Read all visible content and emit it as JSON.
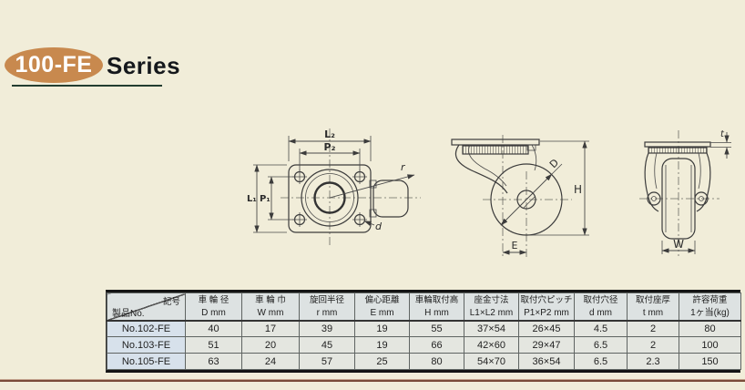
{
  "colors": {
    "page_bg": "#f1edd9",
    "badge_bg": "#c8894e",
    "underline": "#233d30",
    "bottom_rule": "#8a5b47",
    "table_header_bg": "#dde2e2",
    "table_label_bg": "#d7e1eb",
    "table_cell_bg": "#e4e6e0"
  },
  "title": {
    "badge": "100-FE",
    "series": "Series"
  },
  "drawings": {
    "top_view": {
      "l2": "L₂",
      "p2": "P₂",
      "l1": "L₁",
      "p1": "P₁",
      "r": "r",
      "d": "d"
    },
    "side_view": {
      "d": "D",
      "h": "H",
      "e": "E"
    },
    "front_view": {
      "t": "t",
      "w": "W"
    }
  },
  "table": {
    "corner_top_right": "記号",
    "corner_bottom_left": "製品No.",
    "headers": [
      {
        "name": "車 輪 径",
        "unit": "D mm"
      },
      {
        "name": "車 輪 巾",
        "unit": "W mm"
      },
      {
        "name": "旋回半径",
        "unit": "r mm"
      },
      {
        "name": "偏心距離",
        "unit": "E mm"
      },
      {
        "name": "車輪取付高",
        "unit": "H mm"
      },
      {
        "name": "座金寸法",
        "unit": "L1×L2 mm"
      },
      {
        "name": "取付穴ピッチ",
        "unit": "P1×P2 mm"
      },
      {
        "name": "取付穴径",
        "unit": "d mm"
      },
      {
        "name": "取付座厚",
        "unit": "t mm"
      },
      {
        "name": "許容荷重",
        "unit": "1ヶ当(kg)"
      }
    ],
    "rows": [
      {
        "no": "No.102-FE",
        "values": [
          "40",
          "17",
          "39",
          "19",
          "55",
          "37×54",
          "26×45",
          "4.5",
          "2",
          "80"
        ]
      },
      {
        "no": "No.103-FE",
        "values": [
          "51",
          "20",
          "45",
          "19",
          "66",
          "42×60",
          "29×47",
          "6.5",
          "2",
          "100"
        ]
      },
      {
        "no": "No.105-FE",
        "values": [
          "63",
          "24",
          "57",
          "25",
          "80",
          "54×70",
          "36×54",
          "6.5",
          "2.3",
          "150"
        ]
      }
    ]
  }
}
